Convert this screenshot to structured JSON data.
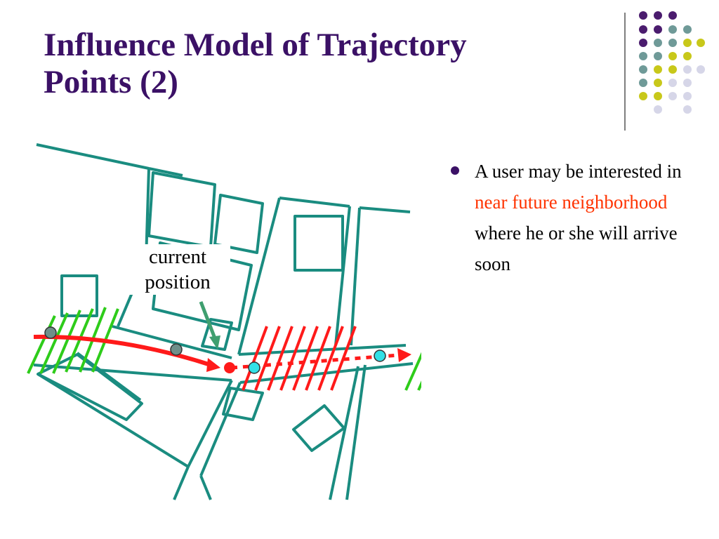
{
  "slide": {
    "title_line1": "Influence Model of Trajectory",
    "title_line2": "Points (2)"
  },
  "bullets": [
    {
      "text_before": "A user may be interested in",
      "highlight": "near future neighborhood",
      "text_after": "where he or she will arrive soon"
    }
  ],
  "diagram": {
    "label_line1": "current",
    "label_line2": "position"
  },
  "colors": {
    "title": "#3b1166",
    "highlight": "#ff3300",
    "road": "#1a8c80",
    "past_hatch": "#2ecc1a",
    "future_hatch": "#ff1a1a",
    "trajectory": "#ff1a1a",
    "past_point": "#6f8f8a",
    "future_point": "#33e0e6",
    "pointer_arrow": "#3f9f6f"
  },
  "icons": [
    "decorative-dot-grid-icon",
    "bullet-dot-icon",
    "current-position-arrow-icon"
  ]
}
